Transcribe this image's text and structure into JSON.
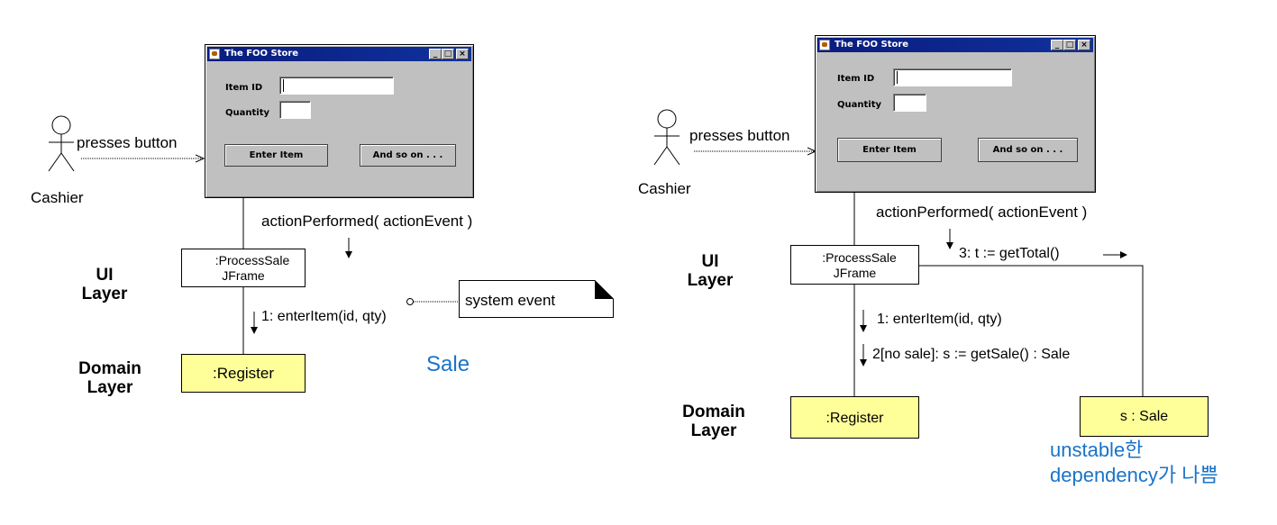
{
  "left": {
    "window": {
      "title": "The FOO Store",
      "item_id_label": "Item ID",
      "quantity_label": "Quantity",
      "enter_button": "Enter Item",
      "more_button": "And so on . . ."
    },
    "actor": {
      "name": "Cashier",
      "action": "presses  button"
    },
    "message_action": "actionPerformed(  actionEvent  )",
    "frame_box": {
      "line1": ":ProcessSale",
      "line2": "JFrame"
    },
    "message_enter": "1:  enterItem(id,  qty)",
    "note": "system  event",
    "register_box": ":Register",
    "annotation": "Sale",
    "layers": {
      "ui_1": "UI",
      "ui_2": "Layer",
      "domain_1": "Domain",
      "domain_2": "Layer"
    }
  },
  "right": {
    "window": {
      "title": "The FOO Store",
      "item_id_label": "Item ID",
      "quantity_label": "Quantity",
      "enter_button": "Enter Item",
      "more_button": "And so on . . ."
    },
    "actor": {
      "name": "Cashier",
      "action": "presses  button"
    },
    "message_action": "actionPerformed(  actionEvent  )",
    "frame_box": {
      "line1": ":ProcessSale",
      "line2": "JFrame"
    },
    "message_total": "3:  t  :=  getTotal()",
    "message_enter": "1:  enterItem(id,  qty)",
    "message_sale": "2[no  sale]:   s  :=  getSale()  :  Sale",
    "register_box": ":Register",
    "sale_box": "s  :  Sale",
    "annotation_1": "unstable한",
    "annotation_2": "dependency가  나쁨",
    "layers": {
      "ui_1": "UI",
      "ui_2": "Layer",
      "domain_1": "Domain",
      "domain_2": "Layer"
    }
  },
  "colors": {
    "object_box": "#ffff99",
    "annotation": "#1a73c8",
    "window_face": "#c0c0c0",
    "titlebar": "#10319c"
  }
}
